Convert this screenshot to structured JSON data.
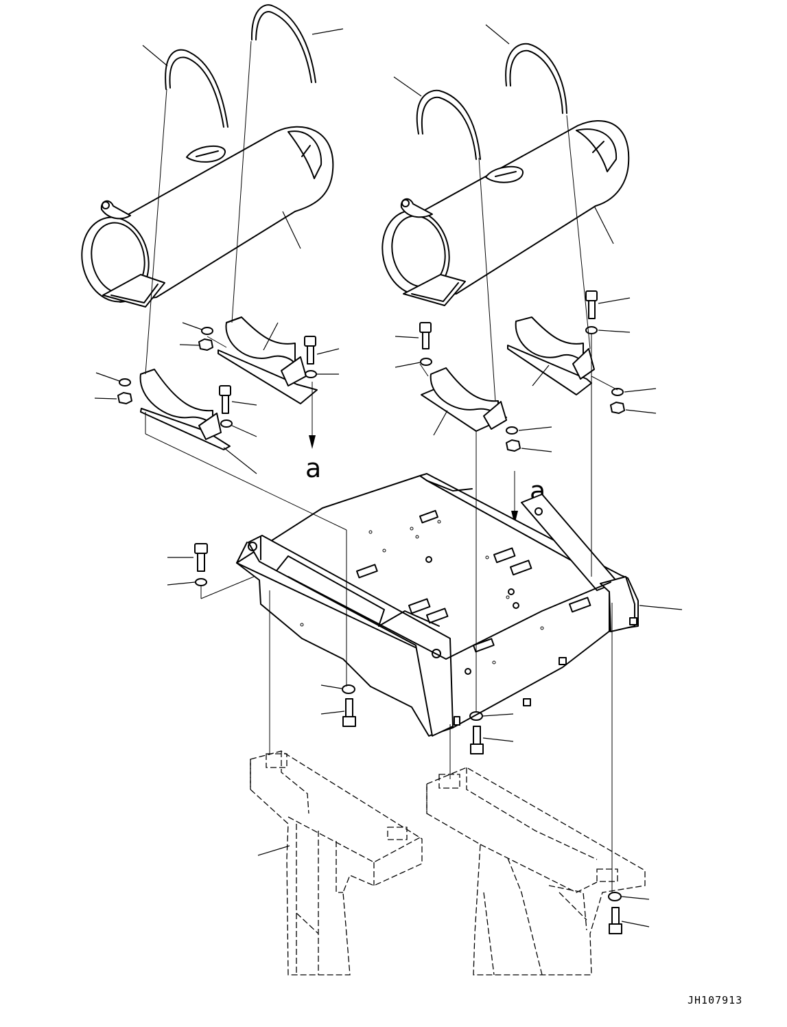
{
  "drawing": {
    "view_label_left": "a",
    "view_label_right": "a",
    "drawing_code": "JH107913"
  }
}
